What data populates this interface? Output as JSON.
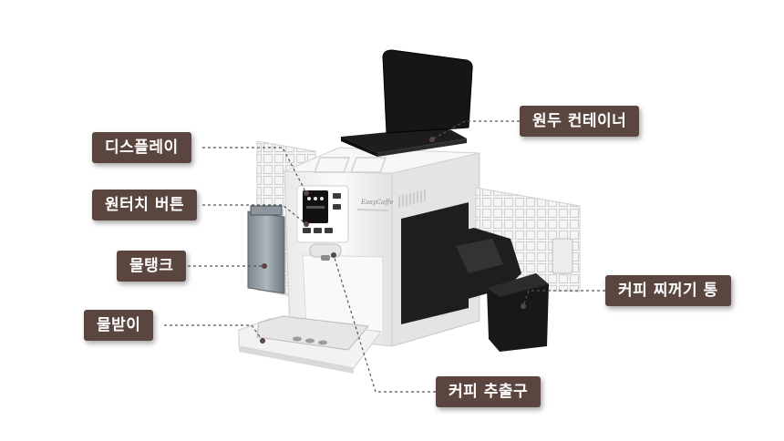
{
  "labels": {
    "display": "디스플레이",
    "one_touch_button": "원터치 버튼",
    "water_tank": "물탱크",
    "drip_tray": "물받이",
    "bean_container": "원두 컨테이너",
    "grounds_bin": "커피 찌꺼기 통",
    "coffee_spout": "커피 추출구"
  },
  "machine": {
    "brand_mark": "EasyCaffe"
  },
  "colors": {
    "label_bg": "#5b463f",
    "label_text": "#ffffff",
    "machine_body": "#f2f2f2",
    "dark_parts": "#1d1d1d",
    "leader_line": "#555555"
  }
}
